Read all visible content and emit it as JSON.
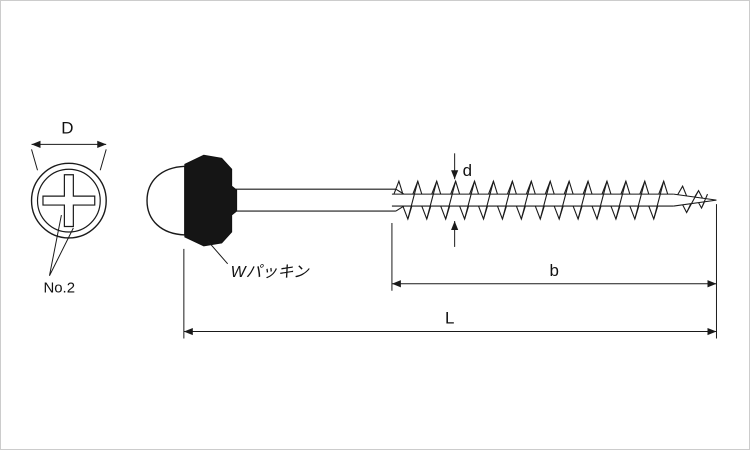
{
  "drawing": {
    "front_view": {
      "diameter_label": "D",
      "recess_label": "No.2"
    },
    "side_view": {
      "packing_label": "Wパッキン",
      "thread_diameter_label": "d",
      "thread_length_label": "b",
      "overall_length_label": "L"
    },
    "colors": {
      "line": "#1a1a1a",
      "packing_fill": "#151515",
      "background": "#ffffff"
    }
  }
}
